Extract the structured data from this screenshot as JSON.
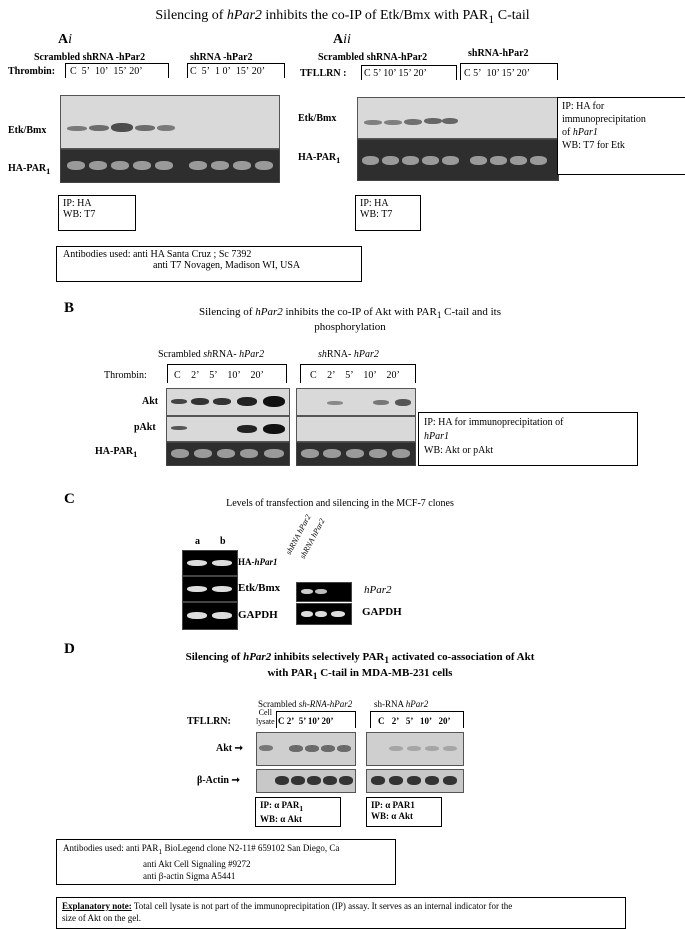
{
  "title": {
    "pre": "Silencing of ",
    "gene": "hPar2",
    "post": " inhibits the co-IP of Etk/Bmx with PAR",
    "sub": "1",
    "tail": " C-tail"
  },
  "panelA": {
    "i": {
      "letter": "A",
      "roman": "i",
      "group1": "Scrambled shRNA -hPar2",
      "group2": "shRNA -hPar2",
      "treatment": "Thrombin:",
      "lanes1": [
        "C",
        "5’",
        "10’",
        "15’",
        "20’"
      ],
      "lanes2": [
        "C",
        "5’",
        "1 0’",
        "15’",
        "20’"
      ],
      "row1": "Etk/Bmx",
      "row2": "HA-PAR",
      "row2sub": "1",
      "ip1": "IP:  HA",
      "ip2": "WB: T7"
    },
    "ii": {
      "letter": "A",
      "roman": "ii",
      "group1": "Scrambled shRNA-hPar2",
      "group2": "shRNA-hPar2",
      "treatment": "TFLLRN",
      "colon": ":",
      "lanes1": [
        "C",
        "5’",
        "10’",
        "15’",
        "20’"
      ],
      "lanes2": [
        "C",
        "5’",
        "10’",
        "15’",
        "20’"
      ],
      "row1": "Etk/Bmx",
      "row2": "HA-PAR",
      "row2sub": "1",
      "ip1": "IP: HA",
      "ip2": "WB: T7",
      "note1": "IP: HA for",
      "note2": "immunoprecipitation",
      "note3a": "of ",
      "note3b": "hPar1",
      "note4": "WB: T7 for Etk"
    },
    "antibodies1": "Antibodies used: anti HA Santa Cruz ; Sc 7392",
    "antibodies2": "anti T7  Novagen,  Madison WI, USA"
  },
  "panelB": {
    "letter": "B",
    "title1a": "Silencing of  ",
    "title1b": "hPar2",
    "title1c": " inhibits the co-IP of Akt  with PAR",
    "title1sub": "1",
    "title1d": " C-tail and its",
    "title2": "phosphorylation",
    "group1a": "Scrambled  ",
    "group1b": "sh",
    "group1c": "RNA- ",
    "group1d": "hPar2",
    "group2a": "sh",
    "group2b": "RNA- ",
    "group2c": "hPar2",
    "treatment": "Thrombin:",
    "lanes1": [
      "C",
      "2’",
      "5’",
      "10’",
      "20’"
    ],
    "lanes2": [
      "C",
      "2’",
      "5’",
      "10’",
      "20’"
    ],
    "row1": "Akt",
    "row2": "pAkt",
    "row3": "HA-PAR",
    "row3sub": "1",
    "note1": "IP: HA for immunoprecipitation of",
    "note2": "hPar1",
    "note3": "WB: Akt or pAkt"
  },
  "panelC": {
    "letter": "C",
    "title": "Levels of transfection and silencing  in the MCF-7 clones",
    "lane_a": "a",
    "lane_b": "b",
    "row1a": "HA-",
    "row1b": "hPar1",
    "row2": "Etk/Bmx",
    "row3": "GAPDH",
    "rot1": "shRNA  hPar2",
    "rot2": "shRNA  hPar2",
    "right1": "hPar2",
    "right2": "GAPDH"
  },
  "panelD": {
    "letter": "D",
    "title1a": "Silencing of ",
    "title1b": "hPar2",
    "title1c": " inhibits selectively PAR",
    "title1sub": "1",
    "title1d": " activated co-association of Akt",
    "title2a": "with PAR",
    "title2sub": "1",
    "title2b": " C-tail in MDA-MB-231 cells",
    "group1a": "Scrambled ",
    "group1b": "sh-RNA-hPar2",
    "group2a": "sh-RNA ",
    "group2b": "hPar2",
    "treatment": "TFLLRN:",
    "celllysate1": "Cell",
    "celllysate2": "lysate",
    "lanes1": [
      "C",
      "2’",
      "5’",
      "10’",
      "20’"
    ],
    "lanes2": [
      "C",
      "2’",
      "5’",
      "10’",
      "20’"
    ],
    "row1": "Akt",
    "row2": "β-Actin",
    "ip1a": "IP: α PAR",
    "ip1sub": "1",
    "ip1b": "WB: α Akt",
    "ip2a": "IP: α PAR1",
    "ip2b": "WB: α Akt"
  },
  "antibodies2": {
    "l1a": "Antibodies used: anti PAR",
    "l1sub": "1",
    "l1b": " BioLegend clone N2-11# 659102  San Diego, Ca",
    "l2": "anti Akt   Cell Signaling #9272",
    "l3": "anti β-actin Sigma A5441"
  },
  "note": {
    "label": "Explanatory note:",
    "text1": " Total cell lysate is not part of the immunoprecipitation (IP) assay. It serves as an internal indicator for the",
    "text2": "size of Akt on the gel."
  }
}
